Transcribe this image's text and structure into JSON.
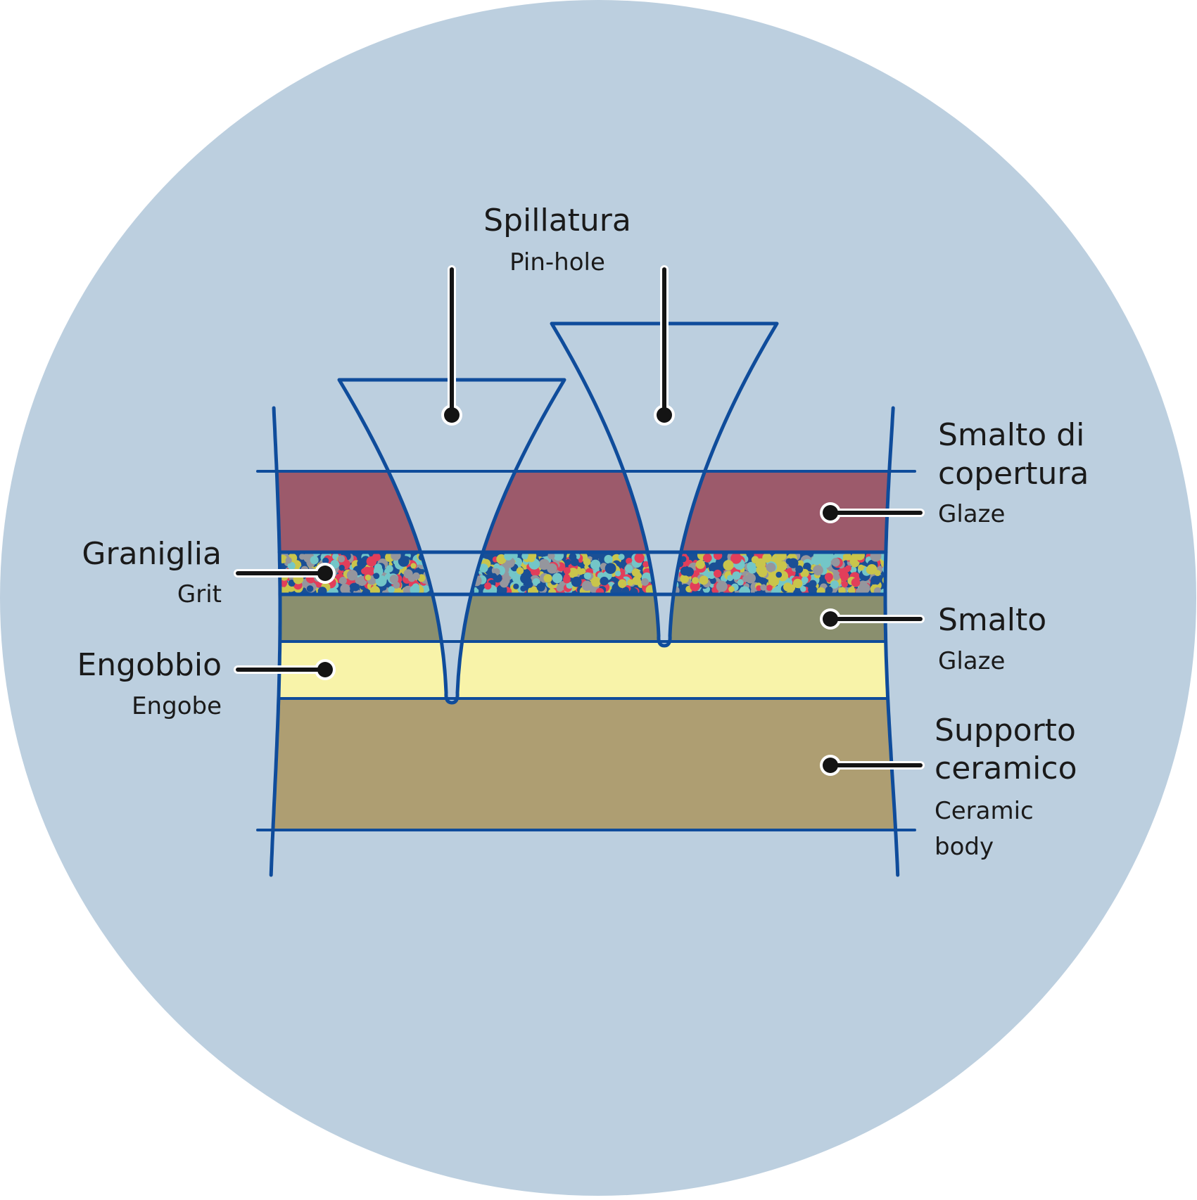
{
  "title": {
    "main": "Spillatura",
    "sub": "Pin-hole"
  },
  "labels": {
    "grit": {
      "main": "Graniglia",
      "sub": "Grit"
    },
    "engobe": {
      "main": "Engobbio",
      "sub": "Engobe"
    },
    "top_glaze": {
      "main_line1": "Smalto di",
      "main_line2": "copertura",
      "sub": "Glaze"
    },
    "glaze": {
      "main": "Smalto",
      "sub": "Glaze"
    },
    "body": {
      "main_line1": "Supporto",
      "main_line2": "ceramico",
      "sub_line1": "Ceramic",
      "sub_line2": "body"
    }
  },
  "colors": {
    "background": "#bccfdf",
    "outline": "#0f4c9b",
    "top_glaze": "#9c5a6b",
    "grit_base": "#1a4f95",
    "grit_dots": [
      "#e23e5a",
      "#73c6c8",
      "#c9c54b",
      "#95969d",
      "#1a4f95"
    ],
    "glaze": "#8a8f6e",
    "engobe": "#f8f3a9",
    "body": "#ae9e72",
    "leader": "#141414"
  }
}
